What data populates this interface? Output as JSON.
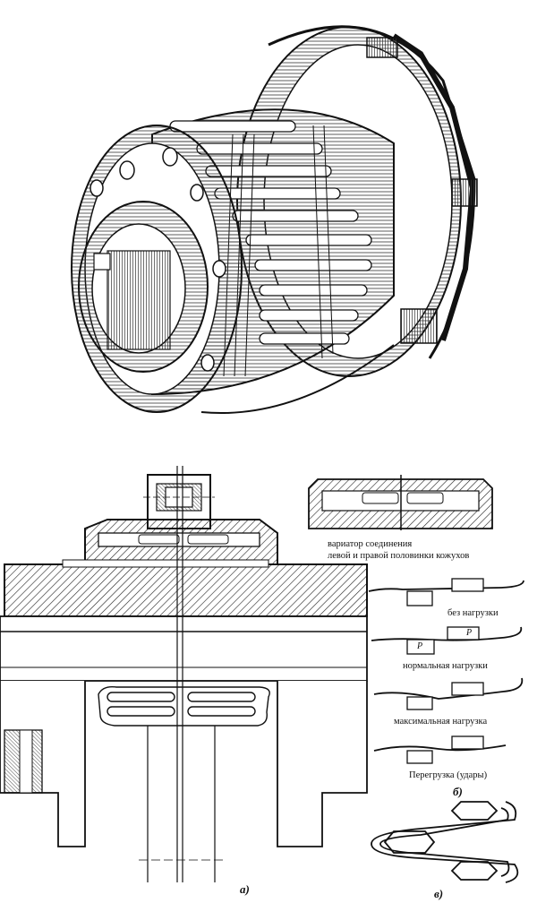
{
  "labels": {
    "variator_line1": "вариатор соединения",
    "variator_line2": "левой и правой половинки кожухов",
    "no_load": "без нагрузки",
    "normal_load": "нормальная нагрузки",
    "max_load": "максимальная нагрузка",
    "overload": "Перегрузка (удары)",
    "force_p": "P"
  },
  "figure_letters": {
    "a": "а)",
    "b": "б)",
    "v": "в)"
  }
}
